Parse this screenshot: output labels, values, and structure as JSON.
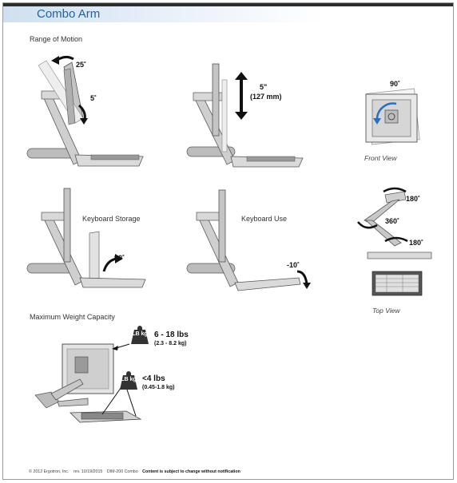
{
  "header": {
    "title": "Combo Arm"
  },
  "sections": {
    "range_of_motion": "Range of Motion",
    "max_weight": "Maximum Weight Capacity"
  },
  "tilt": {
    "up": "25˚",
    "down": "5˚"
  },
  "height": {
    "inches": "5\"",
    "mm": "(127 mm)"
  },
  "rotation": {
    "angle": "90˚",
    "view": "Front View"
  },
  "keyboard_storage": {
    "label": "Keyboard Storage",
    "angle": "90˚"
  },
  "keyboard_use": {
    "label": "Keyboard Use",
    "angle": "-10˚"
  },
  "top_view": {
    "a1": "180˚",
    "a2": "360˚",
    "a3": "180˚",
    "view": "Top View"
  },
  "weights": {
    "badge": "LB kg",
    "monitor": {
      "lbs": "6 - 18 lbs",
      "kg": "(2.3 - 8.2 kg)"
    },
    "keyboard": {
      "lbs": "<4 lbs",
      "kg": "(0.45-1.8 kg)"
    }
  },
  "footer": {
    "copyright": "© 2012 Ergotron, Inc.",
    "rev": "rev. 10/19/2015",
    "doc": "DIM-200 Combo",
    "notice": "Content is subject to change without notification"
  }
}
